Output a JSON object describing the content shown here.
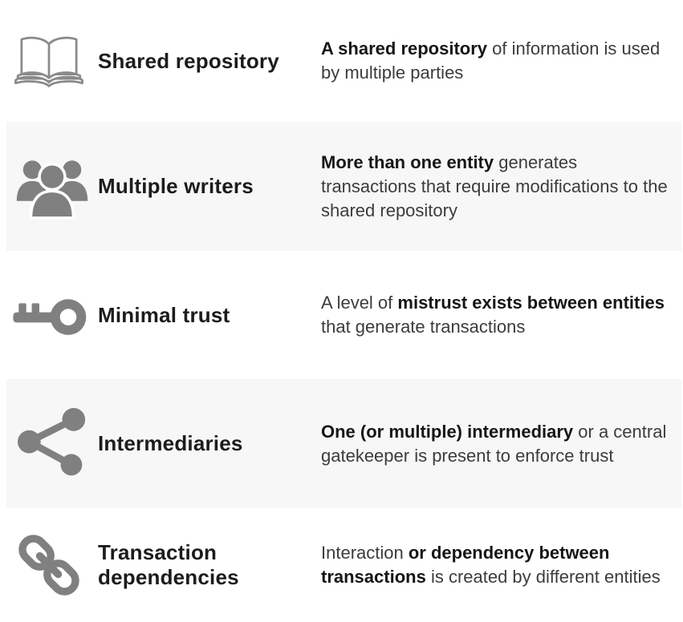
{
  "colors": {
    "page_bg": "#ffffff",
    "row_shade": "#f7f7f7",
    "icon_gray": "#808080",
    "icon_stroke_gray": "#8a8a8a",
    "title_color": "#1c1c1c",
    "text_color": "#3c3c3c",
    "bold_text_color": "#161616"
  },
  "table": {
    "rows": [
      {
        "icon": "open-book-icon",
        "title": "Shared repository",
        "description": [
          {
            "text": "A shared repository",
            "bold": true
          },
          {
            "text": " of information is used by multiple parties",
            "bold": false
          }
        ]
      },
      {
        "icon": "group-people-icon",
        "title": "Multiple writers",
        "description": [
          {
            "text": "More than one entity",
            "bold": true
          },
          {
            "text": " generates transactions that require modifications to the shared repository",
            "bold": false
          }
        ]
      },
      {
        "icon": "key-icon",
        "title": "Minimal trust",
        "description": [
          {
            "text": "A level of ",
            "bold": false
          },
          {
            "text": "mistrust exists between entities",
            "bold": true
          },
          {
            "text": " that generate transactions",
            "bold": false
          }
        ]
      },
      {
        "icon": "share-network-icon",
        "title": "Intermediaries",
        "description": [
          {
            "text": "One (or multiple) intermediary",
            "bold": true
          },
          {
            "text": " or a central gatekeeper is present to enforce trust",
            "bold": false
          }
        ]
      },
      {
        "icon": "chain-link-icon",
        "title": "Transaction dependencies",
        "description": [
          {
            "text": "Interaction ",
            "bold": false
          },
          {
            "text": "or dependency between transactions",
            "bold": true
          },
          {
            "text": " is created by different entities",
            "bold": false
          }
        ]
      }
    ]
  }
}
